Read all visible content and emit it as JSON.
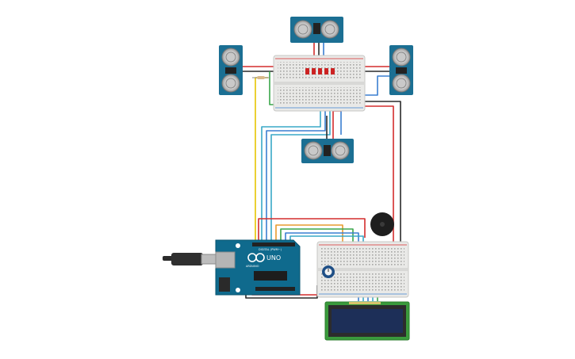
{
  "arduino": {
    "model_label": "UNO",
    "brand_label": "ARDUINO",
    "subtitle_label": "DIGITAL (PWM~)"
  },
  "colors": {
    "board": "#0f6a8d",
    "breadboard": "#e9e9e7",
    "sensor": "#1b6f93",
    "lcd_pcb": "#3a9a3c",
    "lcd_screen": "#1d2f58",
    "wire_red": "#d42d2d",
    "wire_black": "#2a2a2a",
    "wire_blue": "#3a7fd0",
    "wire_cyan": "#39a8c7",
    "wire_yellow": "#e6c400",
    "wire_green": "#3aa64a",
    "wire_orange": "#e79b2e"
  },
  "sensors": [
    {
      "id": "top"
    },
    {
      "id": "left"
    },
    {
      "id": "right"
    },
    {
      "id": "middle"
    }
  ]
}
